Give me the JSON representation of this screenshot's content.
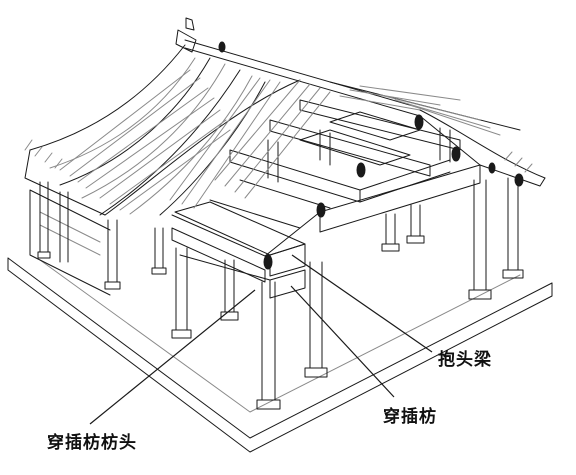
{
  "labels": {
    "baotouliang": "抱头梁",
    "chuanchafang": "穿插枋",
    "chuanchafang_fangtou": "穿插枋枋头"
  },
  "colors": {
    "ink": "#1a1a1a",
    "paper": "#ffffff",
    "shade": "#8a8a8a"
  }
}
